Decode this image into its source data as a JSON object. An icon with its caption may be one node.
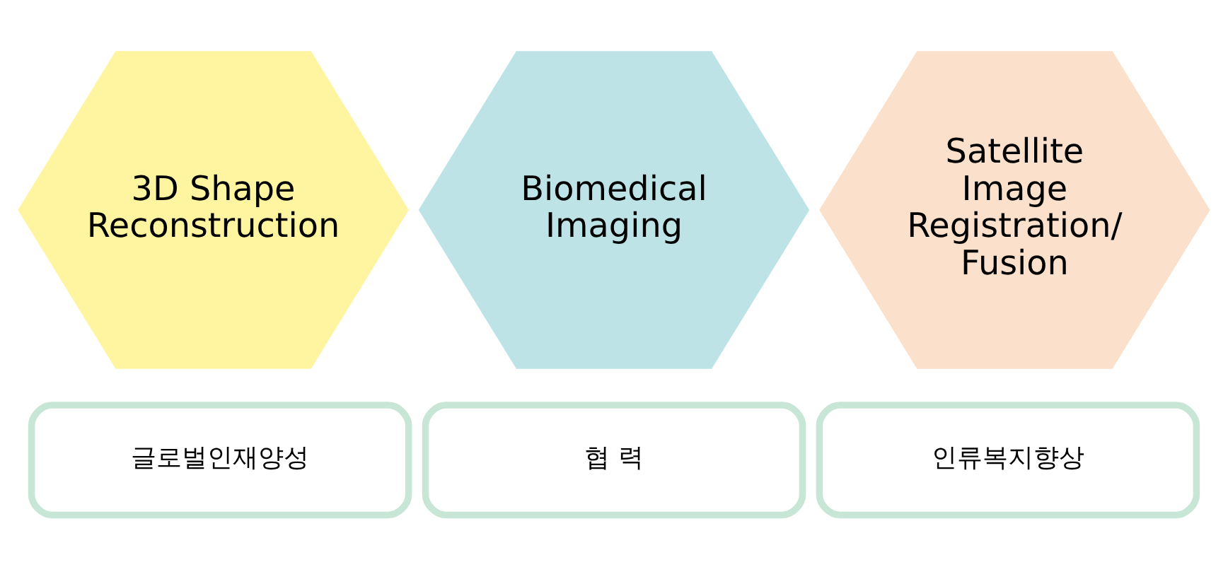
{
  "diagram": {
    "nodes": [
      {
        "text": [
          "3D Shape Reconstruction"
        ]
      },
      {
        "text": [
          "Biomedical Imaging"
        ]
      },
      {
        "text": [
          "Satellite Image Registration/ Fusion"
        ]
      },
      {
        "text": [
          "글로벌인재양성"
        ]
      },
      {
        "text": [
          "협 력"
        ]
      },
      {
        "text": [
          "인류복지향상"
        ]
      }
    ],
    "edges": []
  }
}
